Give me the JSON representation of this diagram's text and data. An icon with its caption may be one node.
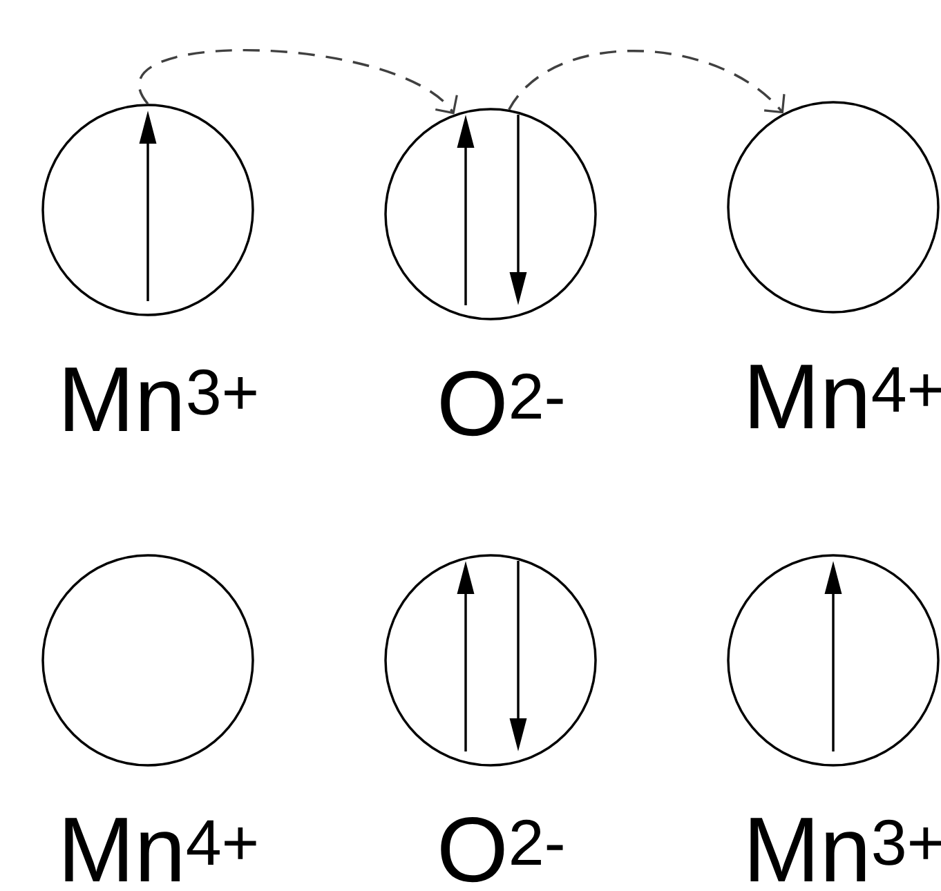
{
  "diagram": {
    "nodes": [
      {
        "text": [
          "Mn$^{3+}$"
        ]
      },
      {
        "text": [
          "O$^{2-}$"
        ]
      },
      {
        "text": [
          "Mn$^{4+}$"
        ]
      },
      {
        "text": [
          "Mn$^{4+}$"
        ]
      },
      {
        "text": [
          "O$^{2-}$"
        ]
      },
      {
        "text": [
          "Mn$^{3+}$"
        ]
      }
    ],
    "edges": [
      {
        "from": 0,
        "to": 1,
        "arrow": "to",
        "style": "dashed"
      },
      {
        "from": 1,
        "to": 2,
        "arrow": "to",
        "style": "dashed"
      }
    ]
  }
}
